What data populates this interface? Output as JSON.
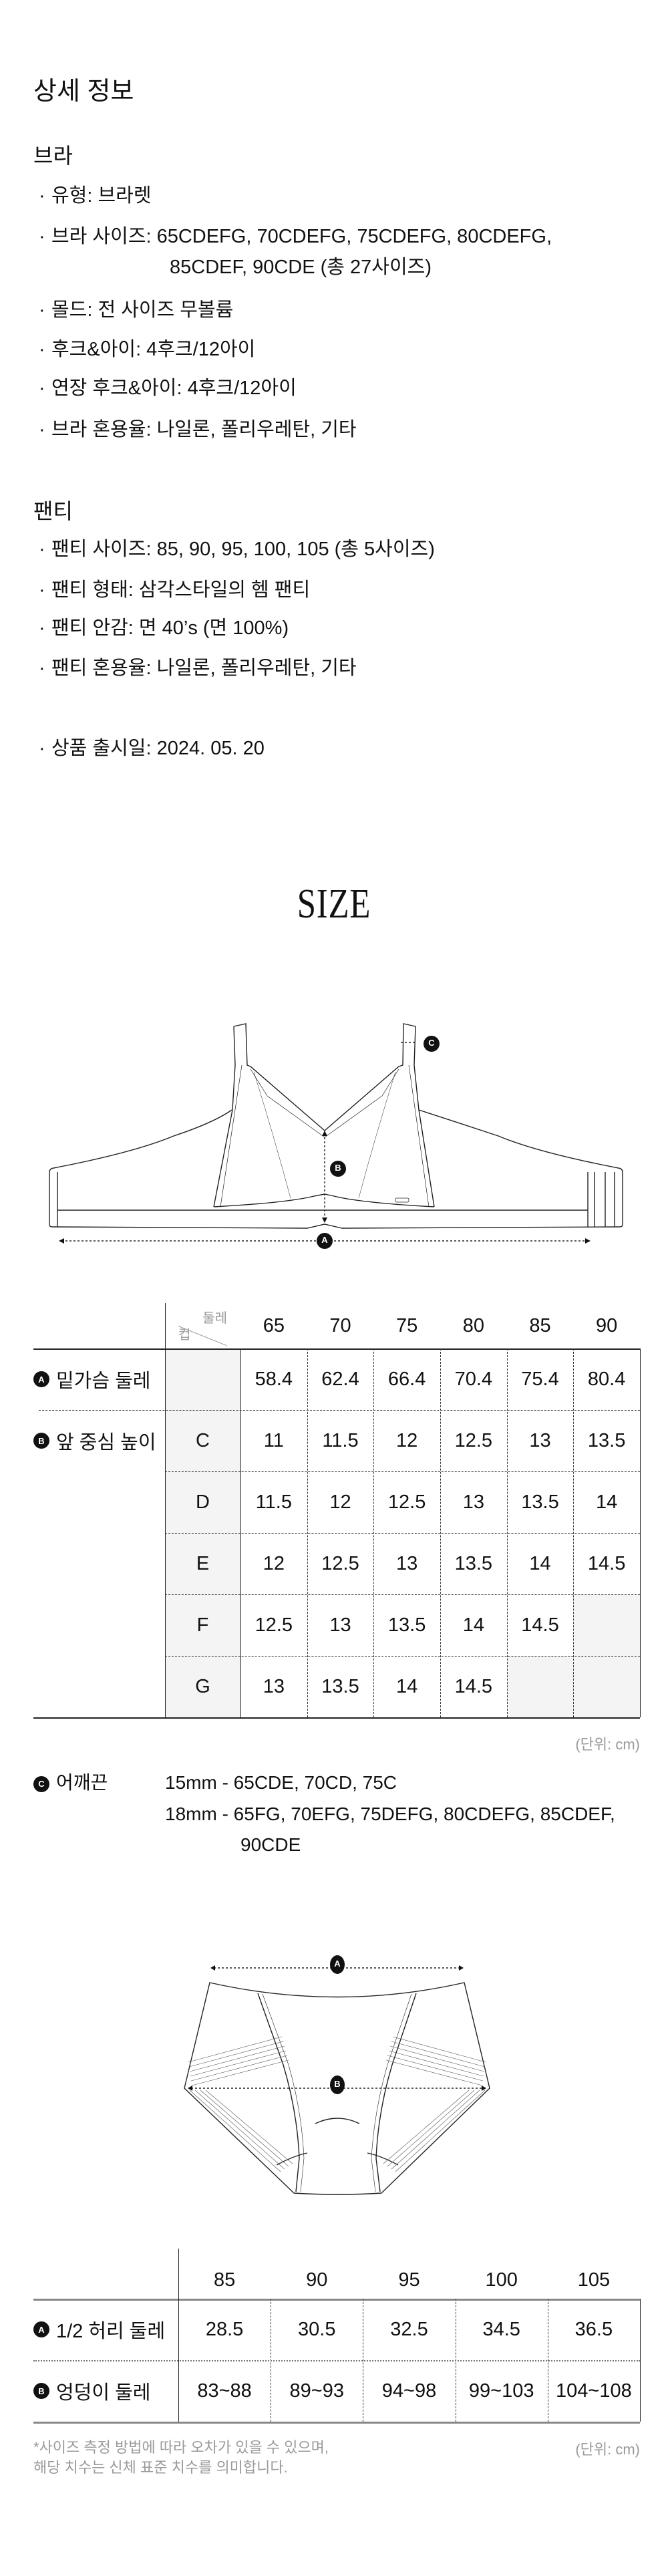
{
  "detail": {
    "title": "상세 정보",
    "bra": {
      "heading": "브라",
      "items": [
        {
          "text": "유형: 브라렛"
        },
        {
          "text": "브라 사이즈: 65CDEFG, 70CDEFG, 75CDEFG, 80CDEFG,",
          "cont": "85CDEF, 90CDE (총 27사이즈)"
        },
        {
          "text": "몰드: 전 사이즈 무볼륨"
        },
        {
          "text": "후크&아이: 4후크/12아이"
        },
        {
          "text": "연장 후크&아이: 4후크/12아이"
        },
        {
          "text": "브라 혼용율: 나일론, 폴리우레탄, 기타"
        }
      ]
    },
    "panty": {
      "heading": "팬티",
      "items": [
        {
          "text": "팬티 사이즈: 85, 90, 95, 100, 105 (총 5사이즈)"
        },
        {
          "text": "팬티 형태: 삼각스타일의 헴 팬티"
        },
        {
          "text": "팬티 안감: 면 40’s (면 100%)"
        },
        {
          "text": "팬티 혼용율: 나일론, 폴리우레탄, 기타"
        }
      ]
    },
    "release": {
      "text": "상품 출시일: 2024. 05. 20"
    },
    "bullet": "·"
  },
  "size": {
    "title": "SIZE",
    "markers": {
      "a": "A",
      "b": "B",
      "c": "C"
    },
    "bra_table": {
      "corner_top": "둘레",
      "corner_bottom": "컵",
      "columns": [
        "65",
        "70",
        "75",
        "80",
        "85",
        "90"
      ],
      "underbust": {
        "label": "밑가슴 둘레",
        "marker": "A",
        "values": [
          "58.4",
          "62.4",
          "66.4",
          "70.4",
          "75.4",
          "80.4"
        ]
      },
      "center_height": {
        "label": "앞 중심 높이",
        "marker": "B",
        "rows": [
          {
            "cup": "C",
            "values": [
              "11",
              "11.5",
              "12",
              "12.5",
              "13",
              "13.5"
            ]
          },
          {
            "cup": "D",
            "values": [
              "11.5",
              "12",
              "12.5",
              "13",
              "13.5",
              "14"
            ]
          },
          {
            "cup": "E",
            "values": [
              "12",
              "12.5",
              "13",
              "13.5",
              "14",
              "14.5"
            ]
          },
          {
            "cup": "F",
            "values": [
              "12.5",
              "13",
              "13.5",
              "14",
              "14.5",
              ""
            ]
          },
          {
            "cup": "G",
            "values": [
              "13",
              "13.5",
              "14",
              "14.5",
              "",
              ""
            ]
          }
        ]
      },
      "unit": "(단위: cm)"
    },
    "strap": {
      "marker": "C",
      "label": "어깨끈",
      "line1": "15mm - 65CDE, 70CD, 75C",
      "line2": "18mm - 65FG, 70EFG, 75DEFG, 80CDEFG, 85CDEF,",
      "line3": "90CDE"
    },
    "panty_table": {
      "columns": [
        "85",
        "90",
        "95",
        "100",
        "105"
      ],
      "rows": [
        {
          "marker": "A",
          "label": "1/2 허리 둘레",
          "values": [
            "28.5",
            "30.5",
            "32.5",
            "34.5",
            "36.5"
          ]
        },
        {
          "marker": "B",
          "label": "엉덩이 둘레",
          "values": [
            "83~88",
            "89~93",
            "94~98",
            "99~103",
            "104~108"
          ]
        }
      ],
      "note1": "*사이즈 측정 방법에 따라 오차가 있을 수 있으며,",
      "note2": "해당 치수는 신체 표준 치수를 의미합니다.",
      "unit": "(단위: cm)"
    }
  },
  "colors": {
    "text": "#111111",
    "muted": "#9a9a9a",
    "shade": "#f4f4f4",
    "line": "#222222"
  }
}
